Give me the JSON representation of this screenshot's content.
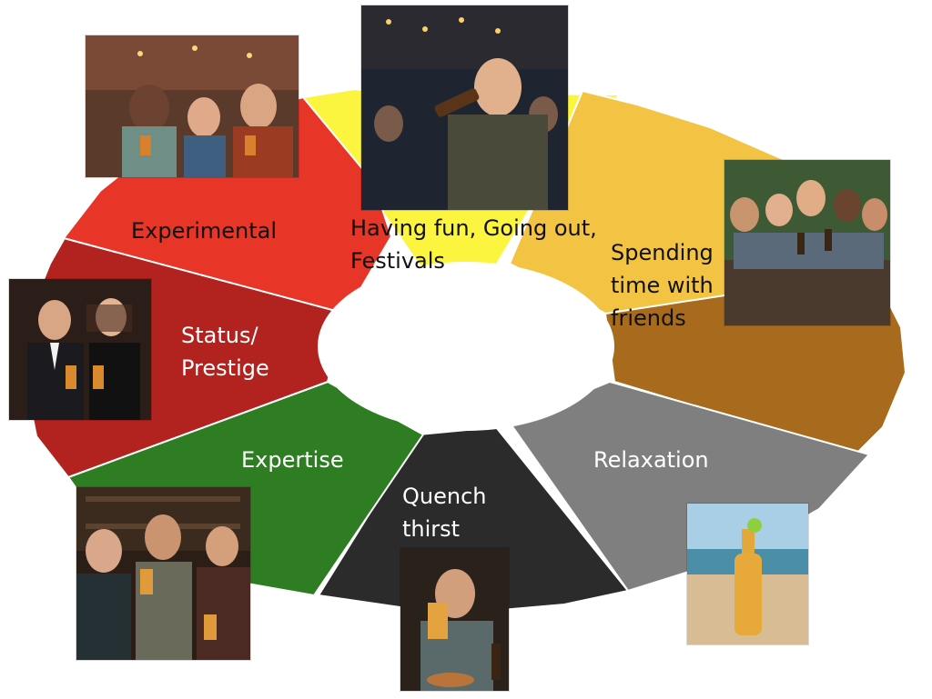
{
  "diagram": {
    "segments": [
      {
        "id": "having-fun",
        "label": "Having fun, Going out,\nFestivals",
        "color": "#fbf53f",
        "text_color": "#111111",
        "photo": "man-drinking-at-festival"
      },
      {
        "id": "spending-time",
        "label": "Spending\ntime with\nfriends",
        "color": "#f3c344",
        "text_color": "#111111",
        "photo": "friends-toasting-outdoors"
      },
      {
        "id": "friends-brown",
        "label": "",
        "color": "#a86a1c",
        "text_color": "#111111",
        "photo": ""
      },
      {
        "id": "relaxation",
        "label": "Relaxation",
        "color": "#7f7f7f",
        "text_color": "#ffffff",
        "photo": "beer-bottle-on-beach"
      },
      {
        "id": "quench-thirst",
        "label": "Quench\nthirst",
        "color": "#2b2b2b",
        "text_color": "#ffffff",
        "photo": "man-drinking-with-burger"
      },
      {
        "id": "expertise",
        "label": "Expertise",
        "color": "#2e7d22",
        "text_color": "#ffffff",
        "photo": "men-tasting-beer-at-bar"
      },
      {
        "id": "status-prestige",
        "label": "Status/\nPrestige",
        "color": "#b2221f",
        "text_color": "#ffffff",
        "photo": "elegant-couple-with-beer"
      },
      {
        "id": "experimental",
        "label": "Experimental",
        "color": "#e73628",
        "text_color": "#111111",
        "photo": "friends-laughing-with-beer"
      }
    ],
    "center_color": "#ffffff",
    "separator_color": "#ffffff"
  }
}
